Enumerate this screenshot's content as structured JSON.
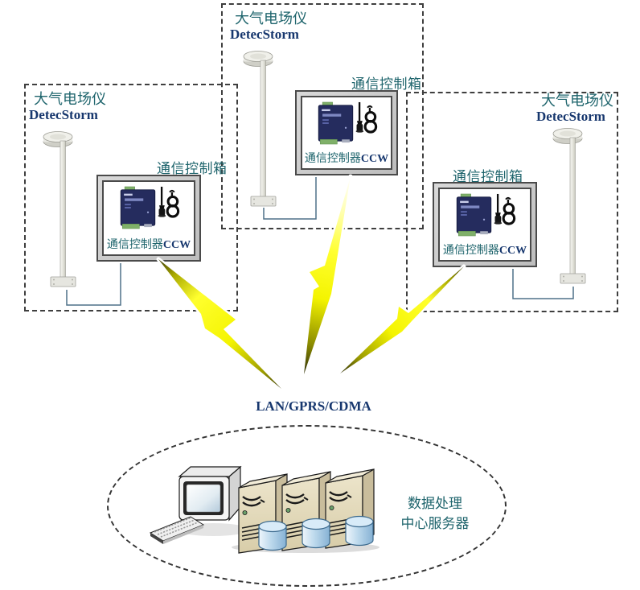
{
  "diagram": {
    "stations": [
      {
        "sensor_label": "大气电场仪",
        "sensor_name": "DetecStorm",
        "box_label": "通信控制箱",
        "controller_label_cn": "通信控制器",
        "controller_label_code": "CCW"
      },
      {
        "sensor_label": "大气电场仪",
        "sensor_name": "DetecStorm",
        "box_label": "通信控制箱",
        "controller_label_cn": "通信控制器",
        "controller_label_code": "CCW"
      },
      {
        "sensor_label": "大气电场仪",
        "sensor_name": "DetecStorm",
        "box_label": "通信控制箱",
        "controller_label_cn": "通信控制器",
        "controller_label_code": "CCW"
      }
    ],
    "network_label": "LAN/GPRS/CDMA",
    "datacenter": {
      "label_line1": "数据处理",
      "label_line2": "中心服务器"
    },
    "colors": {
      "teal_text": "#1E646C",
      "navy_text": "#17376E",
      "dashed_border": "#3F3F3F",
      "connection_line": "#4F7189",
      "lightning_yellow": "#F2F200",
      "frame_gray": "#C9C9C9",
      "device_navy": "#252C5E",
      "terminal_green": "#7FB069",
      "server_beige": "#DFD6B9",
      "database_blue": "#9CC4E0"
    }
  }
}
